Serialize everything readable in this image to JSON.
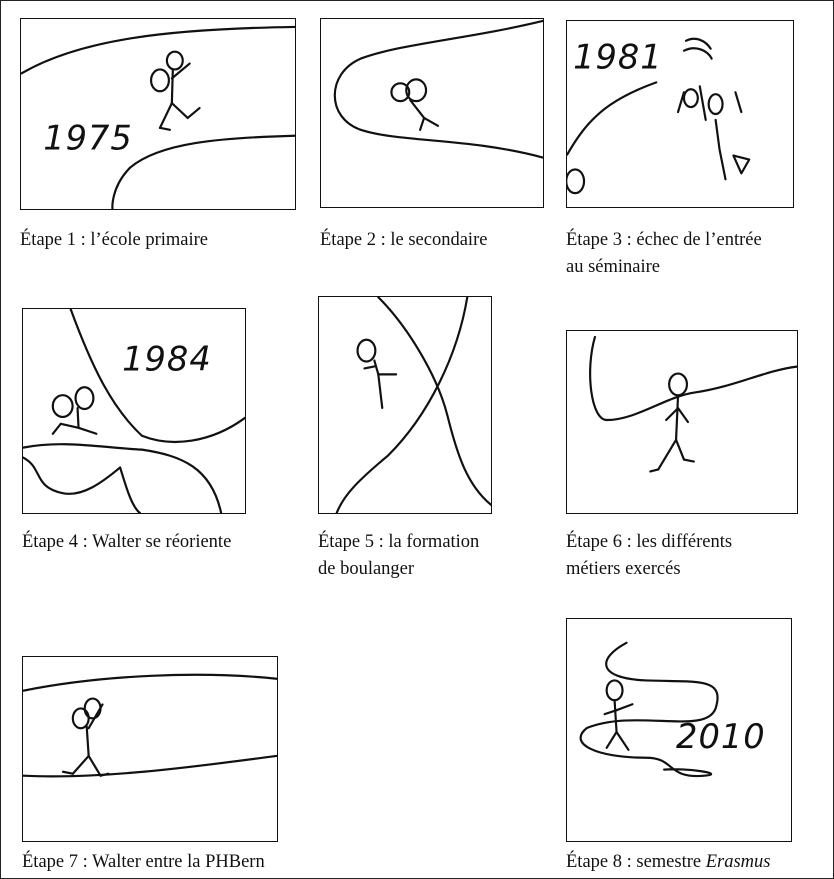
{
  "panels": [
    {
      "id": 1,
      "year": "1975",
      "caption_line1": "Étape 1 : l’école primaire",
      "caption_line2": ""
    },
    {
      "id": 2,
      "year": "",
      "caption_line1": "Étape 2 : le secondaire",
      "caption_line2": ""
    },
    {
      "id": 3,
      "year": "1981",
      "caption_line1": "Étape 3 : échec de l’entrée",
      "caption_line2": "au séminaire"
    },
    {
      "id": 4,
      "year": "1984",
      "caption_line1": "Étape 4 : Walter se réoriente",
      "caption_line2": ""
    },
    {
      "id": 5,
      "year": "",
      "caption_line1": "Étape 5 : la formation",
      "caption_line2": "de boulanger"
    },
    {
      "id": 6,
      "year": "",
      "caption_line1": "Étape 6 : les différents",
      "caption_line2": "métiers exercés"
    },
    {
      "id": 7,
      "year": "",
      "caption_line1": "Étape 7 : Walter entre la PHBern",
      "caption_line2": ""
    },
    {
      "id": 8,
      "year": "2010",
      "caption_prefix": "Étape 8 : semestre ",
      "caption_italic": "Erasmus"
    }
  ]
}
